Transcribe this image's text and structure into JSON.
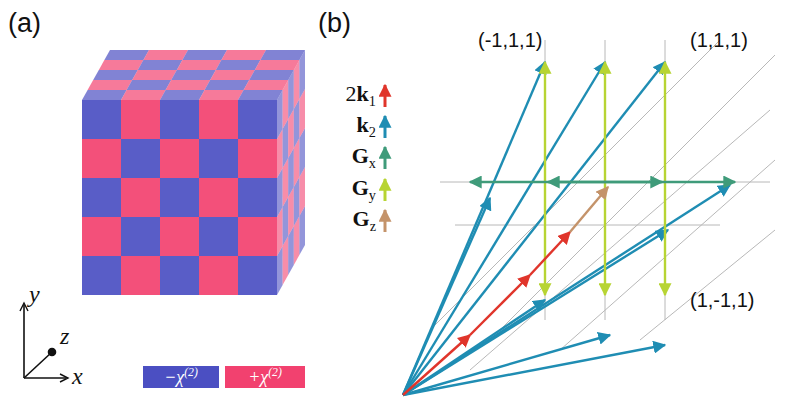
{
  "diagram": {
    "labels": [
      "(a)",
      "(b)",
      "(-1,1,1)",
      "(1,1,1)",
      "(1,-1,1)",
      "y",
      "z",
      "x"
    ],
    "legend": [
      {
        "text": "2k1"
      },
      {
        "text": "k2"
      },
      {
        "text": "Gx"
      },
      {
        "text": "Gy"
      },
      {
        "text": "Gz"
      },
      {
        "text": "−χ(2)",
        "color": "#4b4fc2"
      },
      {
        "text": "+χ(2)",
        "color": "#f2416f"
      }
    ]
  }
}
